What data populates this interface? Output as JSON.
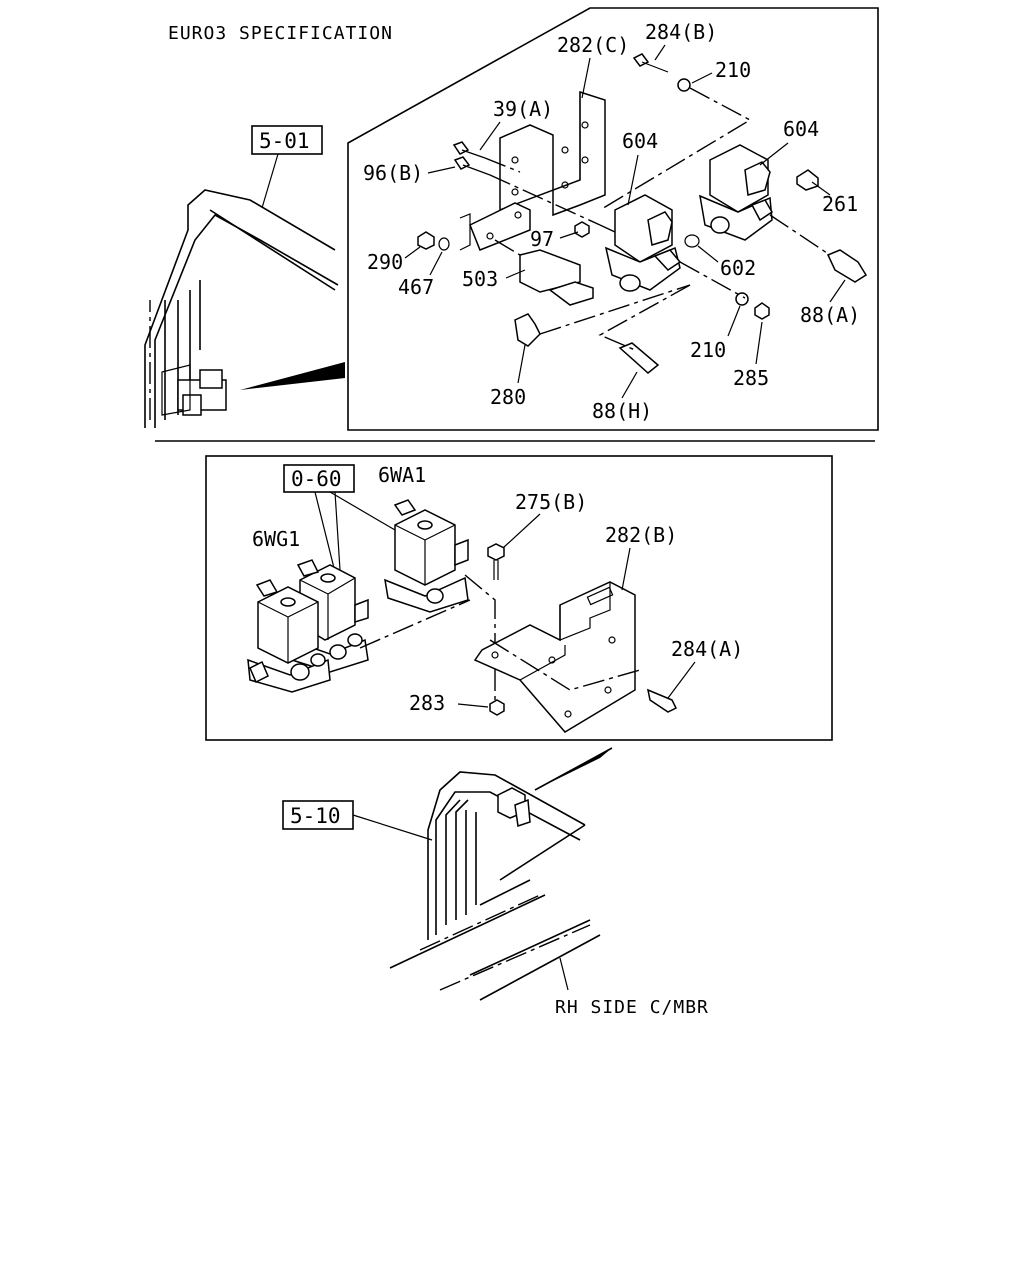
{
  "header": {
    "spec_title": "EURO3 SPECIFICATION"
  },
  "refs": {
    "upper": "5-01",
    "middle": "0-60",
    "lower": "5-10"
  },
  "connectors": {
    "a": "6WA1",
    "b": "6WG1"
  },
  "callouts": {
    "p282c": "282(C)",
    "p284b": "284(B)",
    "p210a": "210",
    "p39a": "39(A)",
    "p604a": "604",
    "p604b": "604",
    "p96b": "96(B)",
    "p261": "261",
    "p97": "97",
    "p290": "290",
    "p602": "602",
    "p503": "503",
    "p467": "467",
    "p88a": "88(A)",
    "p210b": "210",
    "p285": "285",
    "p280": "280",
    "p88h": "88(H)",
    "p275b": "275(B)",
    "p282b": "282(B)",
    "p284a": "284(A)",
    "p283": "283"
  },
  "footer": {
    "member_label": "RH SIDE C/MBR"
  }
}
